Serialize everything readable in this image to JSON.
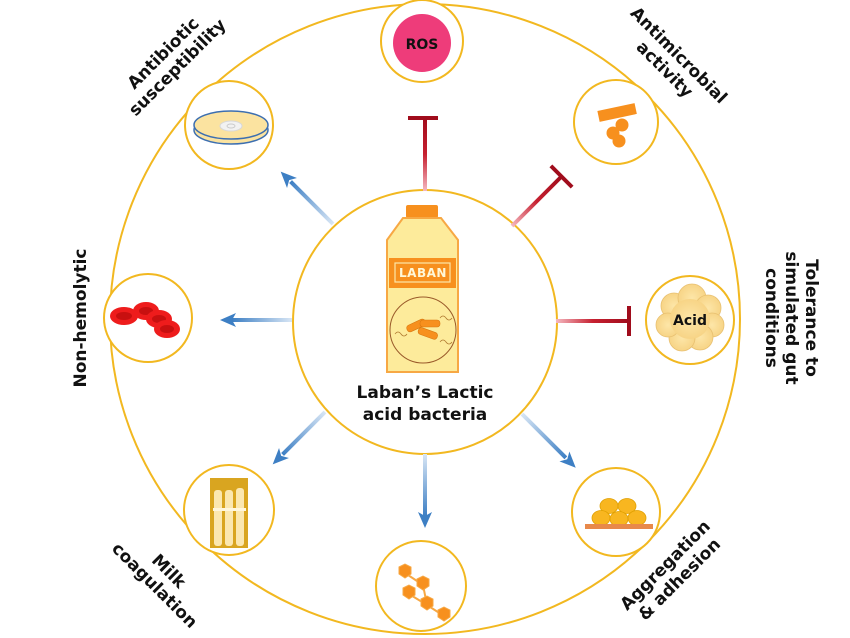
{
  "diagram": {
    "center": {
      "line1": "Laban’s Lactic",
      "line2": "acid bacteria",
      "bottle_label": "LABAN"
    },
    "nodes": [
      {
        "id": "ros",
        "badge": "ROS",
        "relation": "inhibits",
        "label_lines": []
      },
      {
        "id": "antimicrobial",
        "relation": "inhibits",
        "label_lines": [
          "Antimicrobial",
          "activity"
        ]
      },
      {
        "id": "acid",
        "badge": "Acid",
        "relation": "inhibits",
        "label_lines": [
          "Tolerance to",
          "simulated gut",
          "conditions"
        ]
      },
      {
        "id": "aggregation",
        "relation": "promotes",
        "label_lines": [
          "Aggregation",
          "& adhesion"
        ]
      },
      {
        "id": "exopolysaccharide",
        "relation": "promotes",
        "label_lines": []
      },
      {
        "id": "milk",
        "relation": "promotes",
        "label_lines": [
          "Milk",
          "coagulation"
        ]
      },
      {
        "id": "hemolytic",
        "relation": "promotes",
        "label_lines": [
          "Non-hemolytic"
        ]
      },
      {
        "id": "antibiotic",
        "relation": "promotes",
        "label_lines": [
          "Antibiotic",
          "susceptibility"
        ]
      }
    ],
    "colors": {
      "ring": "#f2b820",
      "inhibit": "#b01020",
      "promote": "#3d7fc4",
      "orange": "#f7901e",
      "ros": "#ee3c7a",
      "bottle_fill": "#fdeb9b"
    }
  }
}
